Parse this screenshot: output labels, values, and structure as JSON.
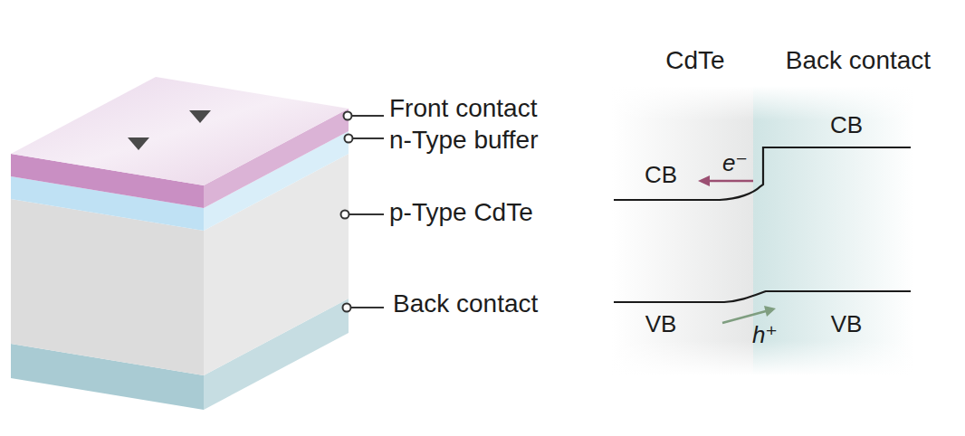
{
  "diagram": {
    "labels": [
      "Front contact",
      "n-Type buffer",
      "p-Type CdTe",
      "Back contact",
      "CdTe",
      "Back contact",
      "CB",
      "CB",
      "e⁻",
      "VB",
      "VB",
      "h⁺"
    ]
  }
}
